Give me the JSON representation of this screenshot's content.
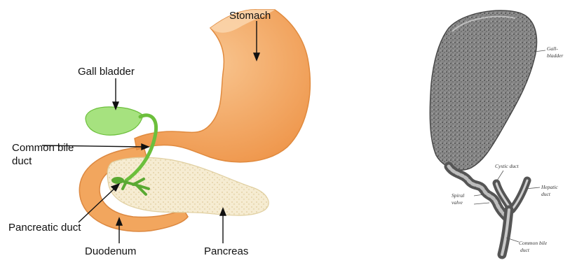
{
  "left_diagram": {
    "labels": {
      "stomach": "Stomach",
      "gall_bladder": "Gall bladder",
      "common_bile_duct_line1": "Common bile",
      "common_bile_duct_line2": "duct",
      "pancreatic_duct": "Pancreatic duct",
      "duodenum": "Duodenum",
      "pancreas": "Pancreas"
    },
    "colors": {
      "stomach": "#f4a862",
      "gall_bladder": "#9ee07a",
      "bile_duct": "#6cbf3c",
      "pancreas": "#f6ecd2",
      "duodenum": "#f2a65e"
    }
  },
  "right_diagram": {
    "labels": {
      "gall_bladder_line1": "Gall-",
      "gall_bladder_line2": "bladder",
      "cystic_duct": "Cystic duct",
      "spiral_valve_line1": "Spiral",
      "spiral_valve_line2": "valve",
      "hepatic_duct_line1": "Hepatic",
      "hepatic_duct_line2": "duct",
      "common_bile_duct_line1": "Common bile",
      "common_bile_duct_line2": "duct"
    },
    "colors": {
      "tissue_dark": "#555555",
      "tissue_light": "#bdbdbd"
    }
  }
}
